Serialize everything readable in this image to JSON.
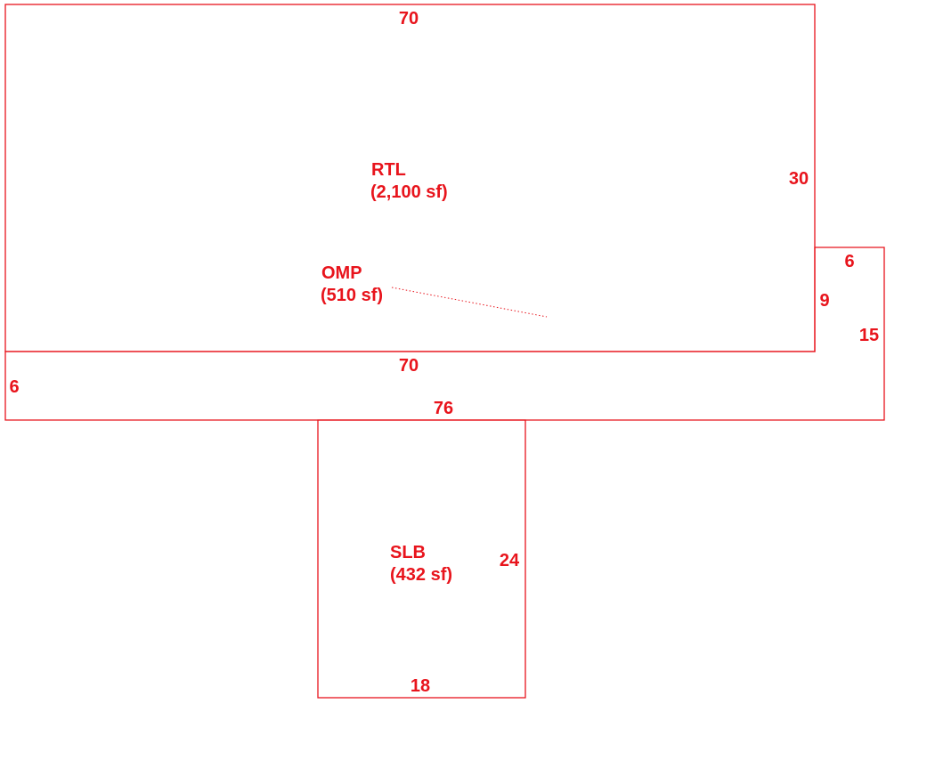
{
  "colors": {
    "ink": "#e8141c",
    "background": "#ffffff"
  },
  "areas": {
    "rtl": {
      "code": "RTL",
      "area": "(2,100 sf)"
    },
    "omp": {
      "code": "OMP",
      "area": "(510 sf)"
    },
    "slb": {
      "code": "SLB",
      "area": "(432 sf)"
    }
  },
  "dimensions": {
    "rtl_top": "70",
    "rtl_right": "30",
    "rtl_bottom": "70",
    "omp_ext_top": "6",
    "omp_ext_inner": "9",
    "omp_right": "15",
    "omp_left": "6",
    "omp_bottom": "76",
    "slb_right": "24",
    "slb_bottom": "18"
  }
}
